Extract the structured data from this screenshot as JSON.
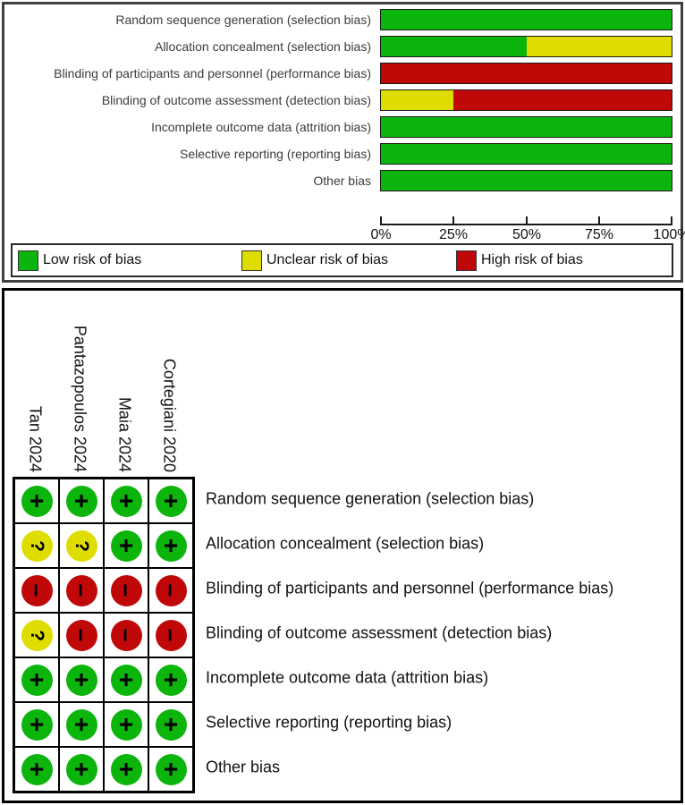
{
  "colors": {
    "low": "#0CB50C",
    "unclear": "#DFDD00",
    "high": "#C00808"
  },
  "bias_categories": [
    "Random sequence generation (selection bias)",
    "Allocation concealment (selection bias)",
    "Blinding of participants and personnel (performance bias)",
    "Blinding of outcome assessment (detection bias)",
    "Incomplete outcome data (attrition bias)",
    "Selective reporting (reporting bias)",
    "Other bias"
  ],
  "axis": {
    "tick_labels": [
      "0%",
      "25%",
      "50%",
      "75%",
      "100%"
    ],
    "tick_values": [
      0,
      25,
      50,
      75,
      100
    ]
  },
  "legend": [
    {
      "key": "low",
      "label": "Low risk of bias"
    },
    {
      "key": "unclear",
      "label": "Unclear risk of bias"
    },
    {
      "key": "high",
      "label": "High risk of bias"
    }
  ],
  "summary": {
    "studies": [
      "Tan 2024",
      "Pantazopoulos 2024",
      "Maia 2024",
      "Cortegiani 2020"
    ],
    "rows": [
      {
        "label": "Random sequence generation (selection bias)",
        "judgements": [
          "+",
          "+",
          "+",
          "+"
        ]
      },
      {
        "label": "Allocation concealment (selection bias)",
        "judgements": [
          "?",
          "?",
          "+",
          "+"
        ]
      },
      {
        "label": "Blinding of participants and personnel (performance bias)",
        "judgements": [
          "-",
          "-",
          "-",
          "-"
        ]
      },
      {
        "label": "Blinding of outcome assessment (detection bias)",
        "judgements": [
          "?",
          "-",
          "-",
          "-"
        ]
      },
      {
        "label": "Incomplete outcome data (attrition bias)",
        "judgements": [
          "+",
          "+",
          "+",
          "+"
        ]
      },
      {
        "label": "Selective reporting (reporting bias)",
        "judgements": [
          "+",
          "+",
          "+",
          "+"
        ]
      },
      {
        "label": "Other bias",
        "judgements": [
          "+",
          "+",
          "+",
          "+"
        ]
      }
    ]
  },
  "chart_data": {
    "type": "bar",
    "orientation": "horizontal",
    "stacked": true,
    "categories": [
      "Random sequence generation (selection bias)",
      "Allocation concealment (selection bias)",
      "Blinding of participants and personnel (performance bias)",
      "Blinding of outcome assessment (detection bias)",
      "Incomplete outcome data (attrition bias)",
      "Selective reporting (reporting bias)",
      "Other bias"
    ],
    "series": [
      {
        "name": "Low risk of bias",
        "values": [
          100,
          50,
          0,
          0,
          100,
          100,
          100
        ]
      },
      {
        "name": "Unclear risk of bias",
        "values": [
          0,
          50,
          0,
          25,
          0,
          0,
          0
        ]
      },
      {
        "name": "High risk of bias",
        "values": [
          0,
          0,
          100,
          75,
          0,
          0,
          0
        ]
      }
    ],
    "xlim": [
      0,
      100
    ],
    "x_tick_labels": [
      "0%",
      "25%",
      "50%",
      "75%",
      "100%"
    ],
    "legend_position": "bottom",
    "grid": false
  }
}
